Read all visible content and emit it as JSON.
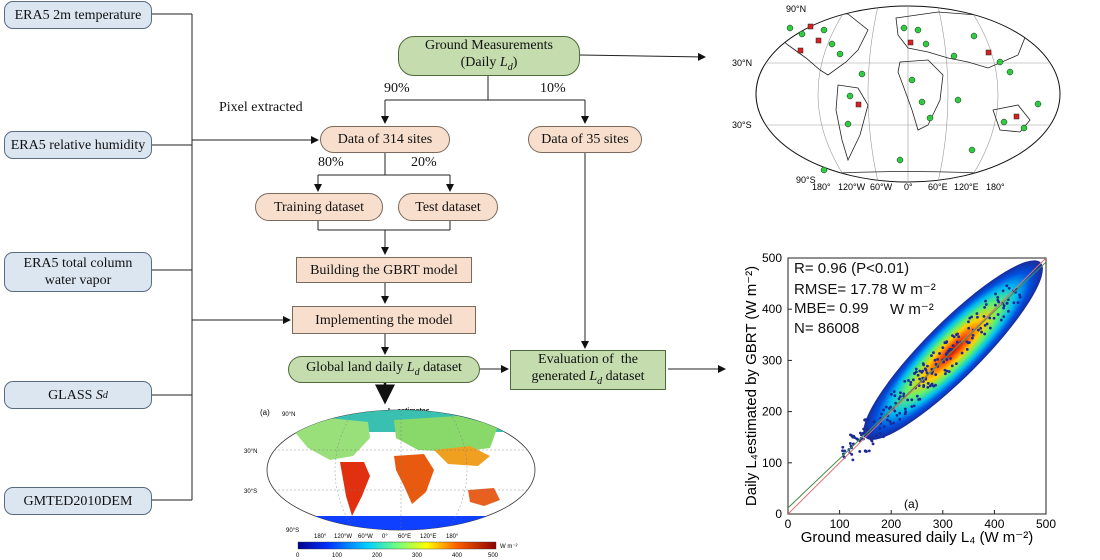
{
  "sources": {
    "t2m": "ERA5 2m temperature",
    "rh": "ERA5 relative humidity",
    "tcwv_1": "ERA5 total column",
    "tcwv_2": "water vapor",
    "glass_main": "GLASS ",
    "glass_sub": "S",
    "glass_subd": "d",
    "dem": "GMTED2010DEM"
  },
  "flow": {
    "ground_1": "Ground Measurements",
    "ground_2a": "(Daily ",
    "ground_2b": "L",
    "ground_2c": "d",
    "ground_2d": ")",
    "pct_90": "90%",
    "pct_10": "10%",
    "pixel_extracted": "Pixel extracted",
    "sites_314": "Data of 314 sites",
    "sites_35": "Data of 35 sites",
    "pct_80": "80%",
    "pct_20": "20%",
    "training": "Training dataset",
    "test": "Test dataset",
    "building": "Building the GBRT model",
    "implementing": "Implementing the model",
    "global_a": "Global land daily ",
    "global_b": "L",
    "global_c": "d",
    "global_d": " dataset",
    "eval_1": "Evaluation of  the",
    "eval_2a": "generated ",
    "eval_2b": "L",
    "eval_2c": "d",
    "eval_2d": " dataset"
  },
  "site_map": {
    "lat_labels": [
      "90°N",
      "30°N",
      "30°S",
      "90°S"
    ],
    "lon_labels": [
      "180°",
      "120°W",
      "60°W",
      "0°",
      "60°E",
      "120°E",
      "180°"
    ]
  },
  "ld_map": {
    "panel": "(a)",
    "title_a": "L",
    "title_b": "d",
    "title_c": " estimates",
    "lat_labels": [
      "90°N",
      "30°N",
      "30°S",
      "90°S"
    ],
    "lon_labels": [
      "180°",
      "120°W",
      "60°W",
      "0°",
      "60°E",
      "120°E",
      "180°"
    ],
    "colorbar_ticks": [
      "0",
      "100",
      "200",
      "300",
      "400",
      "500"
    ],
    "colorbar_unit": "W m⁻²"
  },
  "chart_data": {
    "type": "scatter",
    "xlabel": "Ground measured daily L₄ (W m⁻²)",
    "ylabel": "Daily L₄estimated by GBRT (W m⁻²)",
    "xlim": [
      0,
      500
    ],
    "ylim": [
      0,
      500
    ],
    "x_ticks": [
      "0",
      "100",
      "200",
      "300",
      "400",
      "500"
    ],
    "y_ticks": [
      "0",
      "100",
      "200",
      "300",
      "400",
      "500"
    ],
    "stats": {
      "r": "R= 0.96 (P<0.01)",
      "rmse": "RMSE= 17.78  W m⁻²",
      "mbe": "MBE= 0.99",
      "mbe_unit": "W m⁻²",
      "n": "N= 86008"
    },
    "panel_label": "(a)",
    "density_center": [
      320,
      320
    ],
    "fit_line": {
      "slope": 0.96,
      "intercept": 12
    },
    "reference_line": {
      "slope": 1,
      "intercept": 0
    },
    "colors": {
      "fit": "#4a8f4a",
      "reference": "#e07070",
      "low": "#1a2a9a",
      "high": "#c00000"
    }
  }
}
